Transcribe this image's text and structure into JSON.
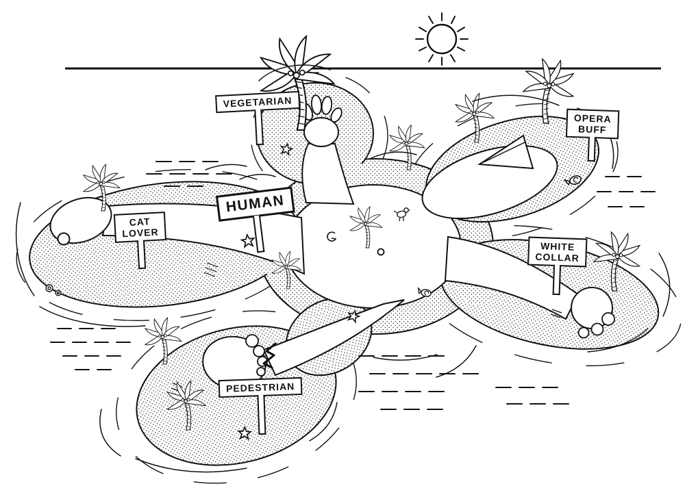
{
  "scene": {
    "description": "Black-and-white cartoon of an island shaped like a reclining human figure, with labeled signs planted on its limbs",
    "ink_color": "#111111",
    "background_color": "#ffffff",
    "icons": {
      "sun": "sun-icon",
      "palm_tree": "palm-tree-icon",
      "starfish": "starfish-icon",
      "seashell": "seashell-icon",
      "bird": "bird-icon"
    }
  },
  "signs": {
    "vegetarian": {
      "label": "VEGETARIAN"
    },
    "opera_buff": {
      "label": "OPERA\nBUFF"
    },
    "human": {
      "label": "HUMAN"
    },
    "cat_lover": {
      "label": "CAT\nLOVER"
    },
    "white_collar": {
      "label": "WHITE\nCOLLAR"
    },
    "pedestrian": {
      "label": "PEDESTRIAN"
    }
  }
}
